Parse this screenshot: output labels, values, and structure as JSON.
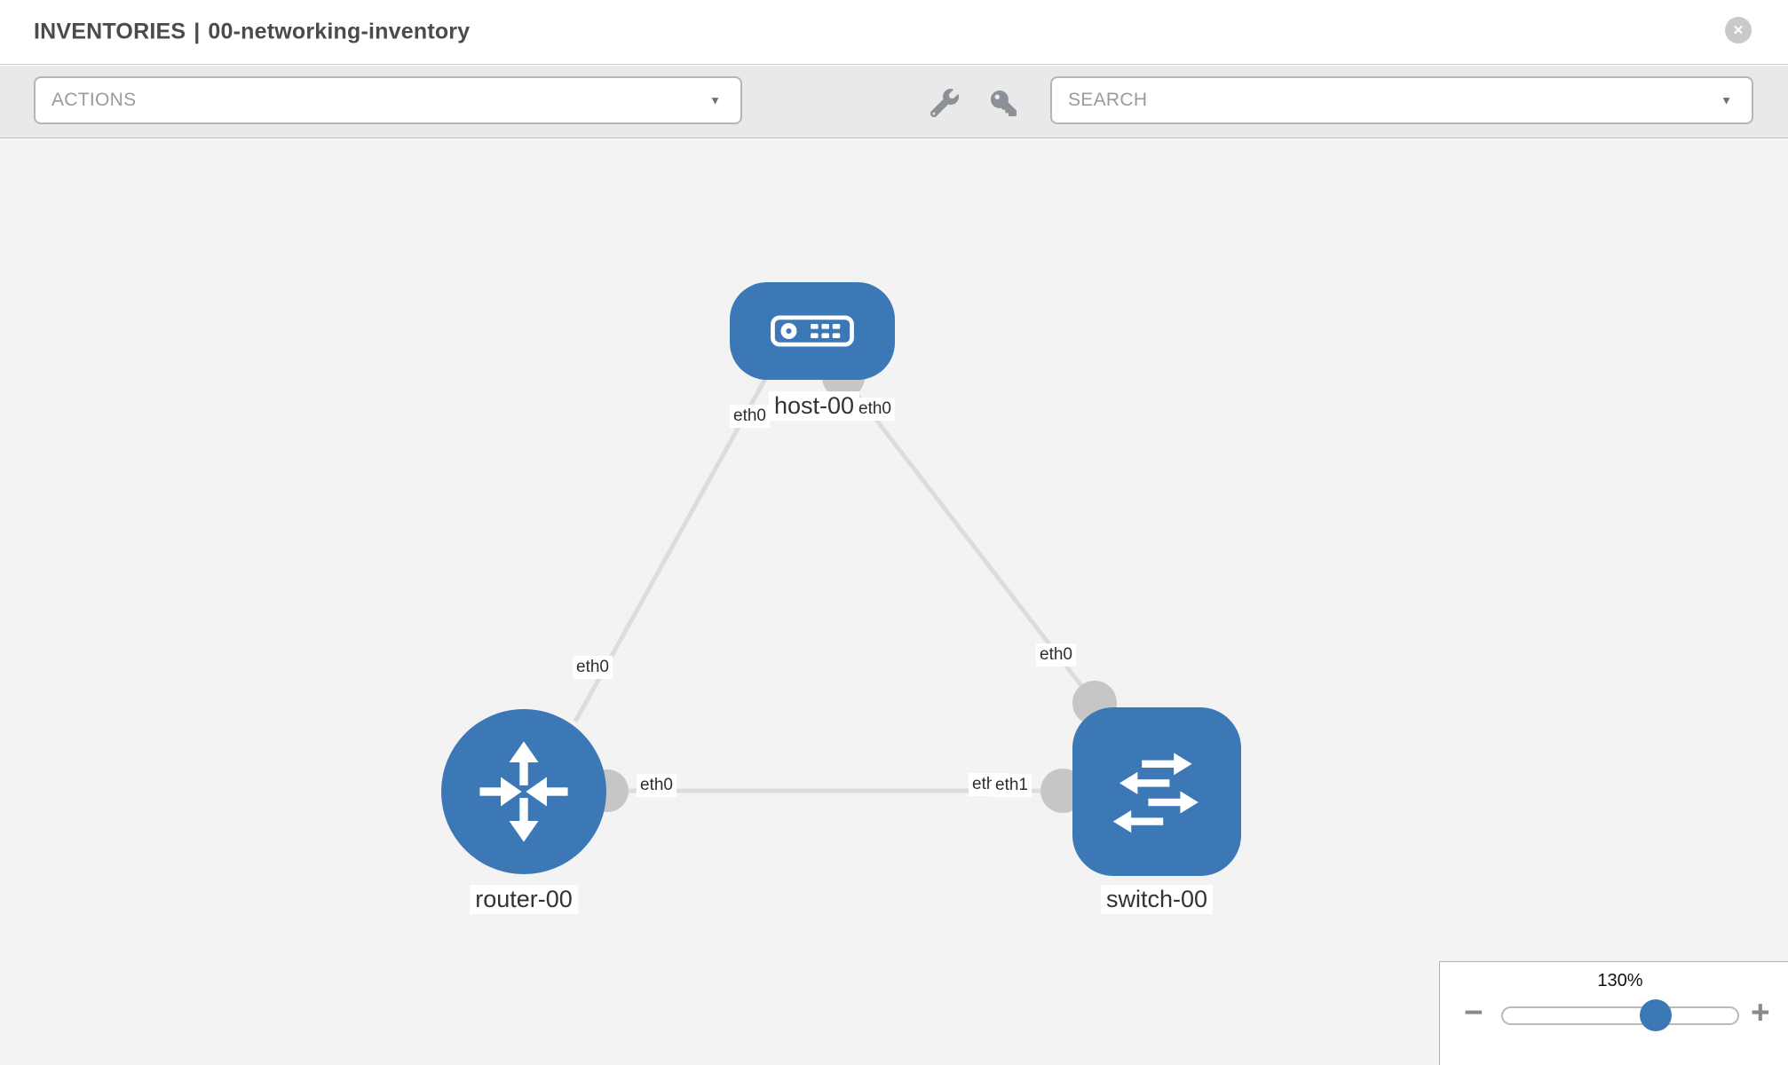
{
  "header": {
    "section": "INVENTORIES",
    "separator": "|",
    "inventory_name": "00-networking-inventory",
    "close_icon_glyph": "✕"
  },
  "toolbar": {
    "actions_placeholder": "ACTIONS",
    "search_placeholder": "SEARCH",
    "caret_glyph": "▼",
    "icons": {
      "wrench": "wrench-icon",
      "key": "key-icon"
    }
  },
  "diagram": {
    "nodes": [
      {
        "id": "host-00",
        "type": "host",
        "label": "host-00"
      },
      {
        "id": "router-00",
        "type": "router",
        "label": "router-00"
      },
      {
        "id": "switch-00",
        "type": "switch",
        "label": "switch-00"
      }
    ],
    "links": [
      {
        "from": "host-00",
        "from_interface": "eth0",
        "to": "router-00",
        "to_interface": "eth0"
      },
      {
        "from": "host-00",
        "from_interface": "eth0",
        "to": "switch-00",
        "to_interface": "eth0"
      },
      {
        "from": "router-00",
        "from_interface": "eth0",
        "to": "switch-00",
        "to_interface": "eth1"
      }
    ],
    "interface_chips": [
      {
        "link": "host-00/router-00",
        "end": "host-00",
        "label": "eth0"
      },
      {
        "link": "host-00/router-00",
        "end": "router-00",
        "label": "eth0"
      },
      {
        "link": "host-00/switch-00",
        "end": "host-00",
        "label": "eth0"
      },
      {
        "link": "host-00/switch-00",
        "end": "switch-00",
        "label": "eth0"
      },
      {
        "link": "router-00/switch-00",
        "end": "router-00",
        "label": "eth0"
      },
      {
        "link": "router-00/switch-00",
        "end": "switch-00",
        "label": "eth0"
      },
      {
        "link": "router-00/switch-00",
        "end": "switch-00",
        "label": "eth1"
      }
    ]
  },
  "zoom": {
    "level": "130%",
    "out_glyph": "−",
    "in_glyph": "+"
  },
  "colors": {
    "node_blue": "#3b78b5",
    "link_gray": "#dcdcdc",
    "connector_gray": "#c6c6c6",
    "toolbar_bg": "#e9e9e9",
    "canvas_bg": "#f3f3f3"
  }
}
